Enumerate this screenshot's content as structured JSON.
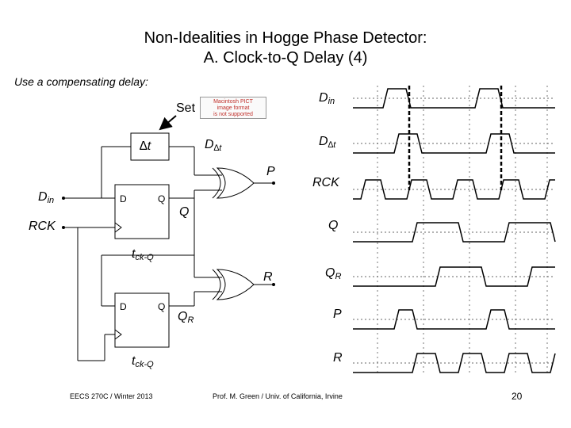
{
  "header": {
    "title_line1": "Non-Idealities in Hogge Phase Detector:",
    "title_line2": "A.  Clock-to-Q Delay (4)",
    "subtitle": "Use a compensating delay:"
  },
  "circuit": {
    "set_label": "Set",
    "image_placeholder_line1": "Macintosh PICT",
    "image_placeholder_line2": "image format",
    "image_placeholder_line3": "is not supported",
    "delay_label": "∆t",
    "d_delta_base": "D",
    "d_delta_sub": "∆t",
    "p_label": "P",
    "din_base": "D",
    "din_sub": "in",
    "rck_label": "RCK",
    "q_label": "Q",
    "ff_d_label": "D",
    "ff_q_label": "Q",
    "tckq_base": "t",
    "tckq_sub": "ck-Q",
    "r_label": "R",
    "qr_base": "Q",
    "qr_sub": "R"
  },
  "waveforms": {
    "din_base": "D",
    "din_sub": "in",
    "ddt_base": "D",
    "ddt_sub": "∆t",
    "rck_label": "RCK",
    "q_label": "Q",
    "qr_base": "Q",
    "qr_sub": "R",
    "p_label": "P",
    "r_label": "R"
  },
  "footer": {
    "course": "EECS 270C / Winter 2013",
    "author": "Prof. M. Green / Univ. of California, Irvine",
    "page_number": "20"
  }
}
